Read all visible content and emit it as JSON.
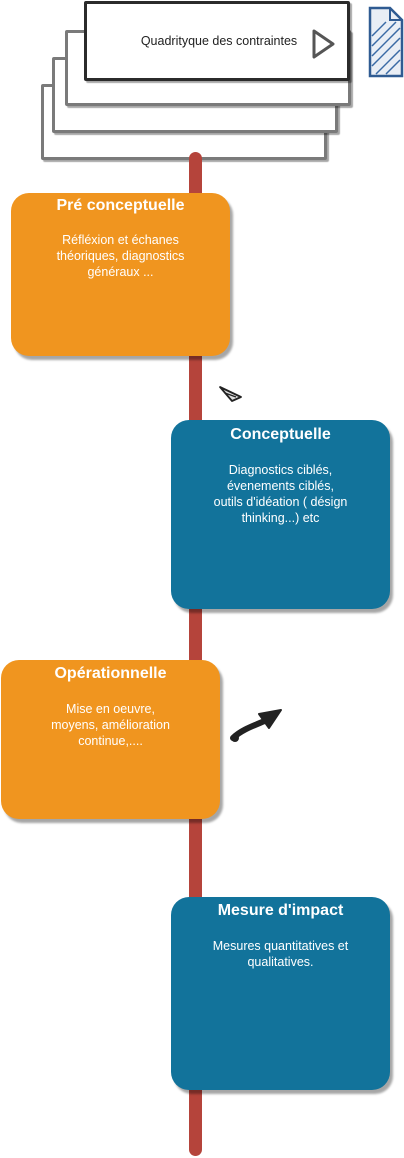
{
  "header": {
    "title": "Quadrityque des contraintes"
  },
  "phases": [
    {
      "title": "Pré conceptuelle",
      "description": "Réfléxion et échanes\nthéoriques, diagnostics\ngénéraux ..."
    },
    {
      "title": "Conceptuelle",
      "description": "Diagnostics ciblés,\névenements ciblés,\noutils d'idéation ( désign\nthinking...) etc"
    },
    {
      "title": "Opérationnelle",
      "description": "Mise en oeuvre,\nmoyens, amélioration\ncontinue,...."
    },
    {
      "title": "Mesure d'impact",
      "description": "Mesures quantitatives et\nqualitatives."
    }
  ],
  "colors": {
    "orange": "#f0951f",
    "blue": "#12739b",
    "timeline": "#b5443b"
  },
  "icons": [
    "play-icon",
    "document-icon",
    "pen-icon",
    "arrow-icon"
  ]
}
